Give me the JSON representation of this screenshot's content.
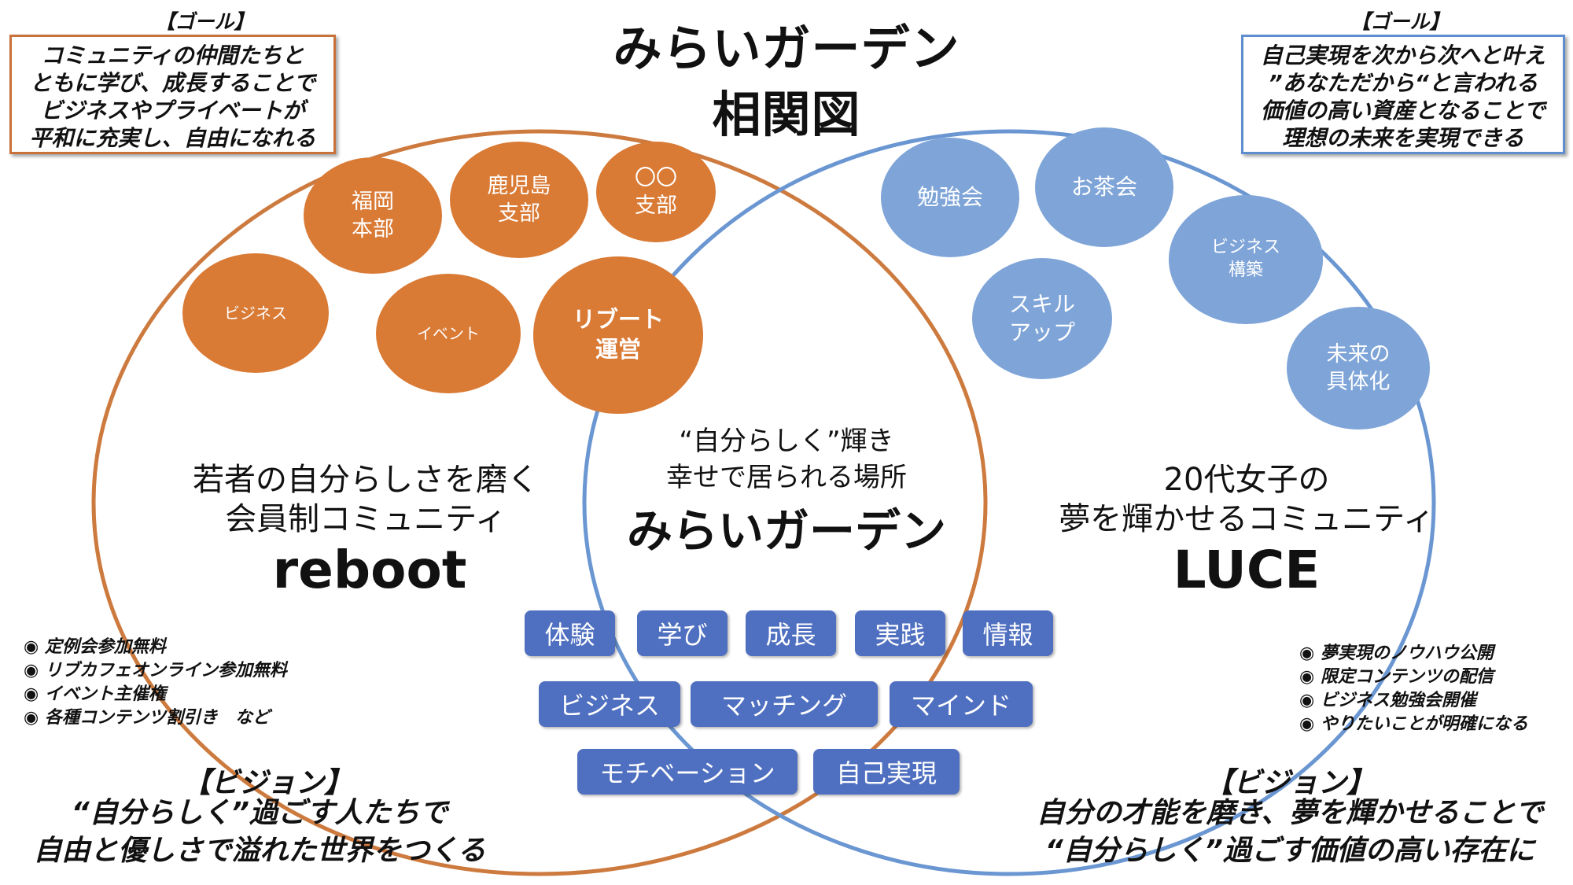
{
  "title": {
    "line1": "みらいガーデン",
    "line2": "相関図"
  },
  "colors": {
    "orange": "#d97a35",
    "orange_ring": "#cd7a3f",
    "blue": "#7ea4d8",
    "blue_ring": "#6a96d2",
    "chip": "#4f6fc0"
  },
  "left_goal": {
    "heading": "【ゴール】",
    "text": "コミュニティの仲間たちと\nともに学び、成長することで\nビジネスやプライベートが\n平和に充実し、自由になれる"
  },
  "right_goal": {
    "heading": "【ゴール】",
    "text": "自己実現を次から次へと叶え\n”あなただから“と言われる\n価値の高い資産となることで\n理想の未来を実現できる"
  },
  "reboot": {
    "bubbles": [
      {
        "label": "福岡\n本部"
      },
      {
        "label": "鹿児島\n支部"
      },
      {
        "label": "〇〇\n支部"
      },
      {
        "label": "ビジネス"
      },
      {
        "label": "イベント"
      },
      {
        "label": "リブート\n運営"
      }
    ],
    "desc": "若者の自分らしさを磨く\n会員制コミュニティ",
    "name": "reboot",
    "benefits": [
      "◉ 定例会参加無料",
      "◉ リブカフェオンライン参加無料",
      "◉ イベント主催権",
      "◉ 各種コンテンツ割引き　など"
    ],
    "vision_heading": "【ビジョン】",
    "vision_text": "“自分らしく”過ごす人たちで\n自由と優しさで溢れた世界をつくる"
  },
  "luce": {
    "bubbles": [
      {
        "label": "勉強会"
      },
      {
        "label": "お茶会"
      },
      {
        "label": "ビジネス\n構築"
      },
      {
        "label": "スキル\nアップ"
      },
      {
        "label": "未来の\n具体化"
      }
    ],
    "desc": "20代女子の\n夢を輝かせるコミュニティ",
    "name": "LUCE",
    "benefits": [
      "◉ 夢実現のノウハウ公開",
      "◉ 限定コンテンツの配信",
      "◉ ビジネス勉強会開催",
      "◉ やりたいことが明確になる"
    ],
    "vision_heading": "【ビジョン】",
    "vision_text": "自分の才能を磨き、夢を輝かせることで\n“自分らしく”過ごす価値の高い存在に"
  },
  "center": {
    "tagline": "“自分らしく”輝き\n幸せで居られる場所",
    "name": "みらいガーデン",
    "chips": [
      "体験",
      "学び",
      "成長",
      "実践",
      "情報",
      "ビジネス",
      "マッチング",
      "マインド",
      "モチベーション",
      "自己実現"
    ]
  }
}
